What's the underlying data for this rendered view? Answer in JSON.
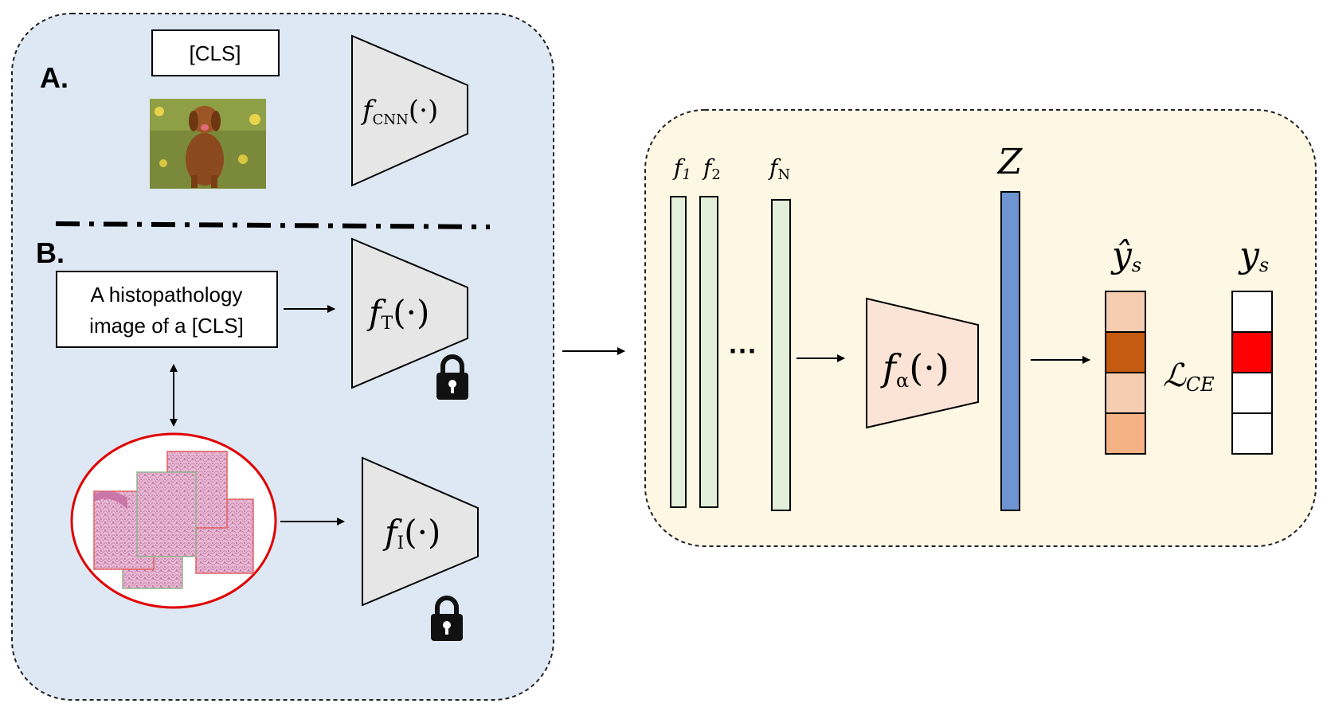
{
  "panel_a": {
    "label": "A.",
    "cls_box": "[CLS]",
    "encoder": {
      "f": "f",
      "sub": "CNN",
      "args": "(·)"
    }
  },
  "panel_b": {
    "label": "B.",
    "text_box_line1": "A histopathology",
    "text_box_line2": "image of a [CLS]",
    "text_encoder": {
      "f": "f",
      "sub": "T",
      "args": "(·)"
    },
    "image_encoder": {
      "f": "f",
      "sub": "I",
      "args": "(·)"
    }
  },
  "right_panel": {
    "feature_labels": [
      {
        "f": "f",
        "sub": "1"
      },
      {
        "f": "f",
        "sub": "2"
      },
      {
        "f": "f",
        "sub": "N"
      }
    ],
    "ellipsis": "···",
    "adapter": {
      "f": "f",
      "sub": "α",
      "args": "(·)"
    },
    "z_label": "Z",
    "y_hat_label": "ŷ",
    "y_hat_sub": "s",
    "y_label": "y",
    "y_sub": "s",
    "loss_label": "ℒ",
    "loss_sub": "CE",
    "prediction_colors": [
      "#f6cdb0",
      "#c55a11",
      "#f6cdb0",
      "#f4b183"
    ],
    "target_colors": [
      "#ffffff",
      "#ff0000",
      "#ffffff",
      "#ffffff"
    ]
  },
  "colors": {
    "left_bg": "#dde8f4",
    "right_bg": "#fdf7e4",
    "feature_bar": "#e2efda",
    "z_bar": "#6f94d2",
    "adapter_fill": "#fbe4d5",
    "encoder_fill": "#e6e6e6",
    "ellipse_stroke": "#e00000"
  },
  "icons": [
    "dog-photo",
    "lock-icon",
    "histology-patches"
  ]
}
